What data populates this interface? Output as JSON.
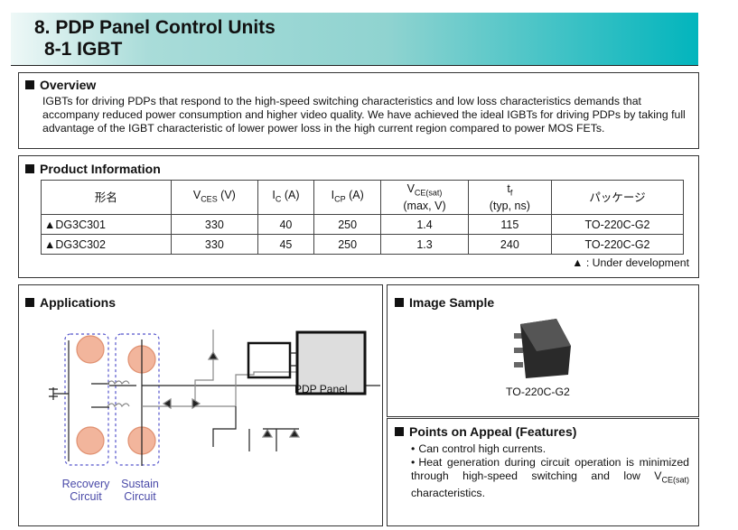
{
  "header": {
    "title": "8. PDP Panel Control Units",
    "subtitle": "8-1 IGBT"
  },
  "overview": {
    "heading": "Overview",
    "text": "IGBTs for driving PDPs that respond to the high-speed switching characteristics and low loss characteristics demands that accompany reduced power consumption and higher video quality. We have achieved the ideal IGBTs for driving PDPs by taking full advantage of the IGBT characteristic of lower power loss in the high current region compared to power MOS FETs."
  },
  "product": {
    "heading": "Product Information",
    "columns": [
      {
        "main": "形名"
      },
      {
        "main": "V",
        "sub": "CES",
        "rest": " (V)"
      },
      {
        "main": "I",
        "sub": "C",
        "rest": " (A)"
      },
      {
        "main": "I",
        "sub": "CP",
        "rest": " (A)"
      },
      {
        "main": "V",
        "sub": "CE(sat)",
        "rest": "",
        "line2": "(max, V)"
      },
      {
        "main": "t",
        "sub": "f",
        "rest": "",
        "line2": "(typ, ns)"
      },
      {
        "main": "パッケージ"
      }
    ],
    "rows": [
      [
        "▲DG3C301",
        "330",
        "40",
        "250",
        "1.4",
        "115",
        "TO-220C-G2"
      ],
      [
        "▲DG3C302",
        "330",
        "45",
        "250",
        "1.3",
        "240",
        "TO-220C-G2"
      ]
    ],
    "note": "▲ : Under development"
  },
  "applications": {
    "heading": "Applications",
    "recovery": "Recovery Circuit",
    "sustain": "Sustain Circuit",
    "panel_label": "PDP Panel"
  },
  "image_sample": {
    "heading": "Image Sample",
    "caption": "TO-220C-G2"
  },
  "features": {
    "heading": "Points on Appeal (Features)",
    "items": [
      "Can control high currents.",
      "Heat generation during circuit operation is minimized through high-speed switching and low "
    ],
    "item2_v": "V",
    "item2_sub": "CE(sat)",
    "item2_end": " characteristics."
  }
}
